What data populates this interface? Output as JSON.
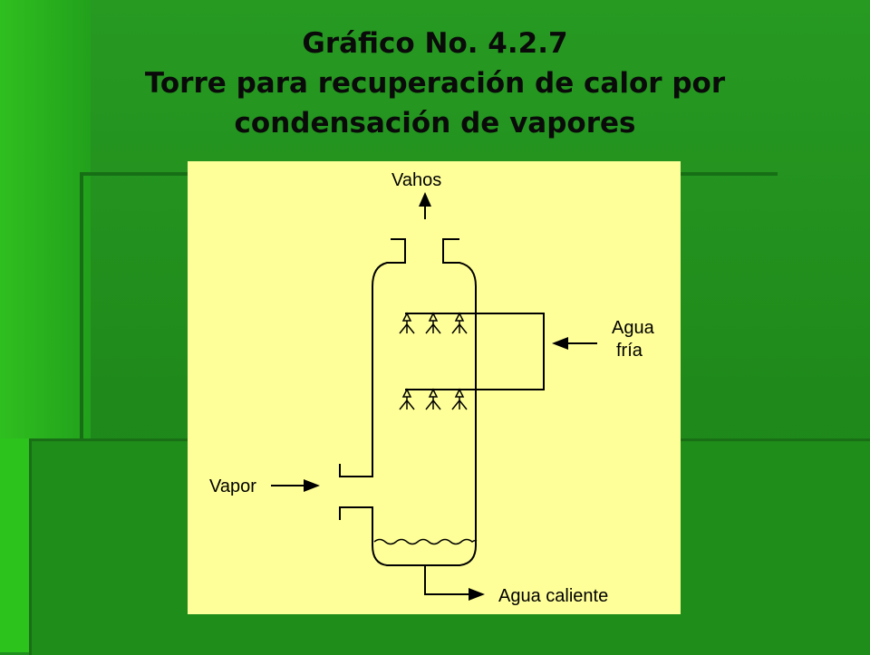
{
  "title": {
    "line1": "Gráfico No. 4.2.7",
    "line2": "Torre para recuperación de calor por",
    "line3": "condensación de vapores"
  },
  "diagram": {
    "label_top": "Vahos",
    "label_water_in_1": "Agua",
    "label_water_in_2": "fría",
    "label_steam_in": "Vapor",
    "label_water_out": "Agua caliente"
  },
  "colors": {
    "background": "#1f8f1f",
    "panel": "#ffff99",
    "ink": "#000000"
  }
}
